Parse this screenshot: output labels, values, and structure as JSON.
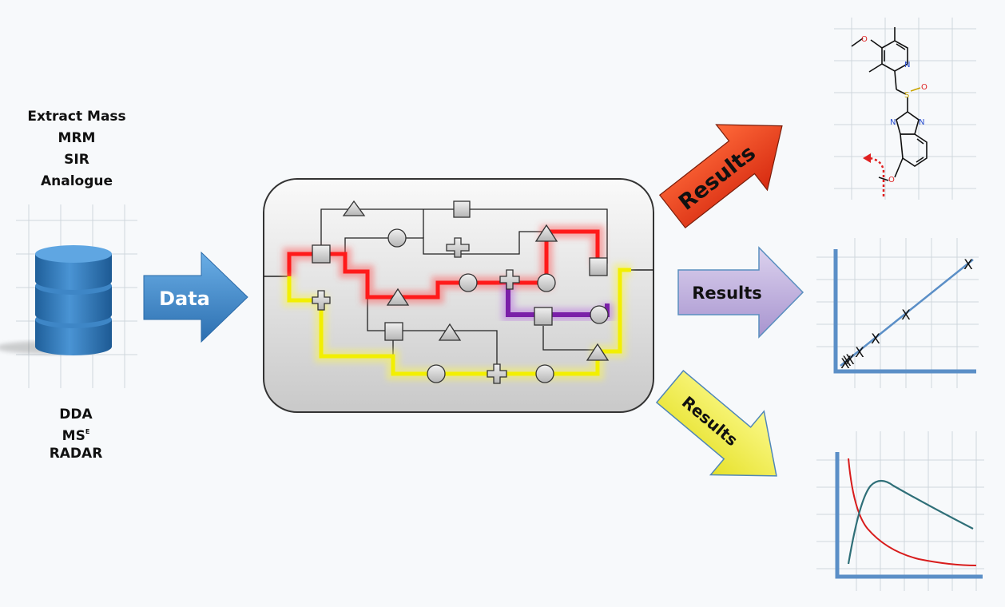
{
  "inputs_top": [
    "Extract Mass",
    "MRM",
    "SIR",
    "Analogue"
  ],
  "inputs_bottom": {
    "dda": "DDA",
    "mse_base": "MS",
    "mse_sup": "E",
    "radar": "RADAR"
  },
  "data_arrow_label": "Data",
  "results_arrows": [
    {
      "label": "Results",
      "color": "#e8381c"
    },
    {
      "label": "Results",
      "color": "#b9a7d6"
    },
    {
      "label": "Results",
      "color": "#f2ee4a"
    }
  ],
  "molecule": {
    "atom_o_top": "O",
    "atom_n_ring": "N",
    "atom_s": "S",
    "atom_o_sulfoxide": "O",
    "atom_n_left": "N",
    "atom_n_right": "N",
    "atom_o_bottom": "O"
  },
  "scatter_markers": [
    "X",
    "X",
    "X",
    "X",
    "X",
    "X",
    "X"
  ],
  "colors": {
    "red_path": "#ff1a1a",
    "yellow_path": "#f2ef00",
    "purple_path": "#7a1fa8",
    "axis_blue": "#5b8fc7",
    "curve_teal": "#2f6f78",
    "curve_red": "#d81c1c",
    "data_arrow": "#3f88c8"
  }
}
